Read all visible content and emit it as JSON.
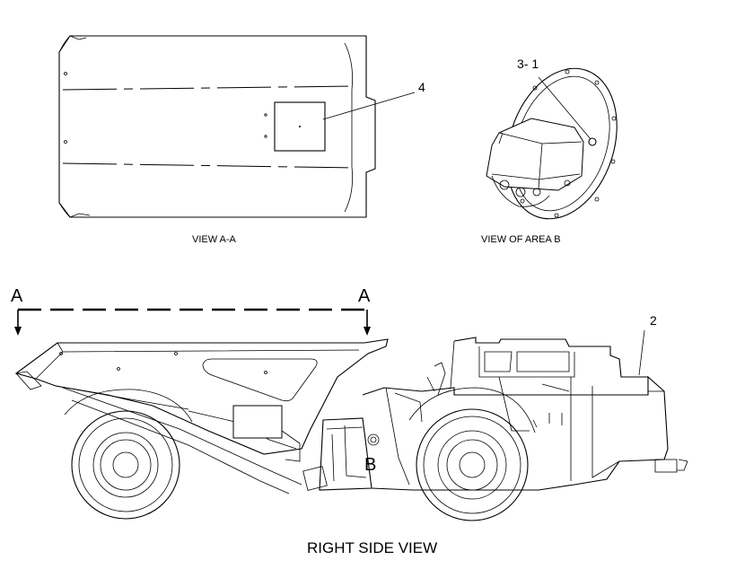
{
  "labels": {
    "view_aa": "VIEW  A-A",
    "view_area_b": "VIEW OF AREA  B",
    "right_side_view": "RIGHT SIDE VIEW",
    "section_left": "A",
    "section_right": "A",
    "area_b": "B",
    "callout_4": "4",
    "callout_3_1": "3- 1",
    "callout_2": "2"
  }
}
